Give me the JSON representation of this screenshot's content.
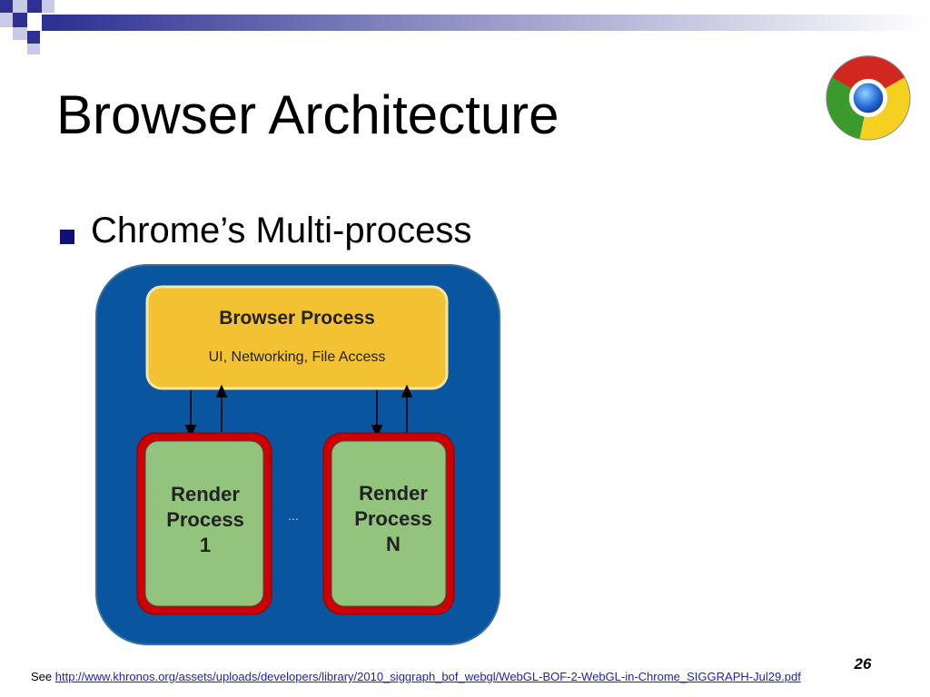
{
  "slide": {
    "title": "Browser Architecture",
    "bullet": "Chrome’s Multi-process",
    "page_number": "26",
    "footer": {
      "prefix": "See",
      "link_text": "http://www.khronos.org/assets/uploads/developers/library/2010_siggraph_bof_webgl/WebGL-BOF-2-WebGL-in-Chrome_SIGGRAPH-Jul29.pdf"
    }
  },
  "diagram": {
    "browser_process": {
      "title": "Browser Process",
      "subtitle": "UI, Networking, File Access"
    },
    "render_process_1": {
      "line1": "Render",
      "line2": "Process",
      "line3": "1"
    },
    "render_process_n": {
      "line1": "Render",
      "line2": "Process",
      "line3": "N"
    },
    "ellipsis": "..."
  },
  "colors": {
    "outer_container": "#0a55a0",
    "browser_box": "#f3c232",
    "render_border": "#cc0000",
    "render_box": "#93c47d",
    "bullet": "#10107a",
    "corner_accent": "#2e3192",
    "link": "#2020c0"
  },
  "icons": {
    "logo": "chrome-logo-icon",
    "bullet": "square-bullet-icon"
  }
}
